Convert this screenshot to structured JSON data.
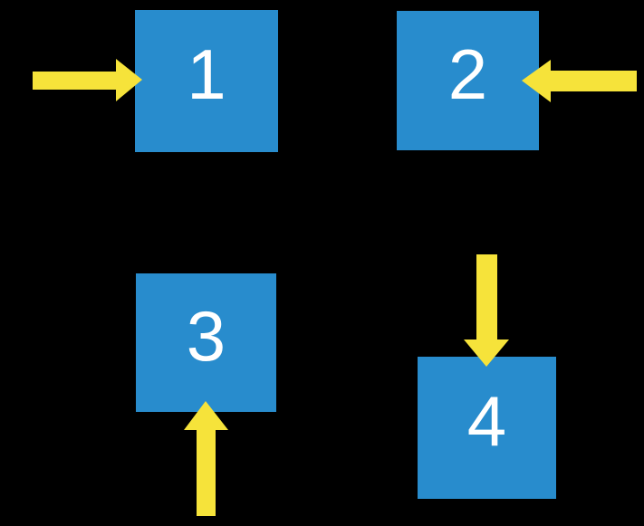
{
  "colors": {
    "canvas_bg": "#000000",
    "box_fill": "#288CCD",
    "box_text": "#FFFFFF",
    "arrow_fill": "#F6E33A"
  },
  "boxes": [
    {
      "label": "1",
      "arrow": {
        "direction": "right",
        "enters_side": "left"
      }
    },
    {
      "label": "2",
      "arrow": {
        "direction": "left",
        "enters_side": "right"
      }
    },
    {
      "label": "3",
      "arrow": {
        "direction": "up",
        "enters_side": "bottom"
      }
    },
    {
      "label": "4",
      "arrow": {
        "direction": "down",
        "enters_side": "top"
      }
    }
  ]
}
